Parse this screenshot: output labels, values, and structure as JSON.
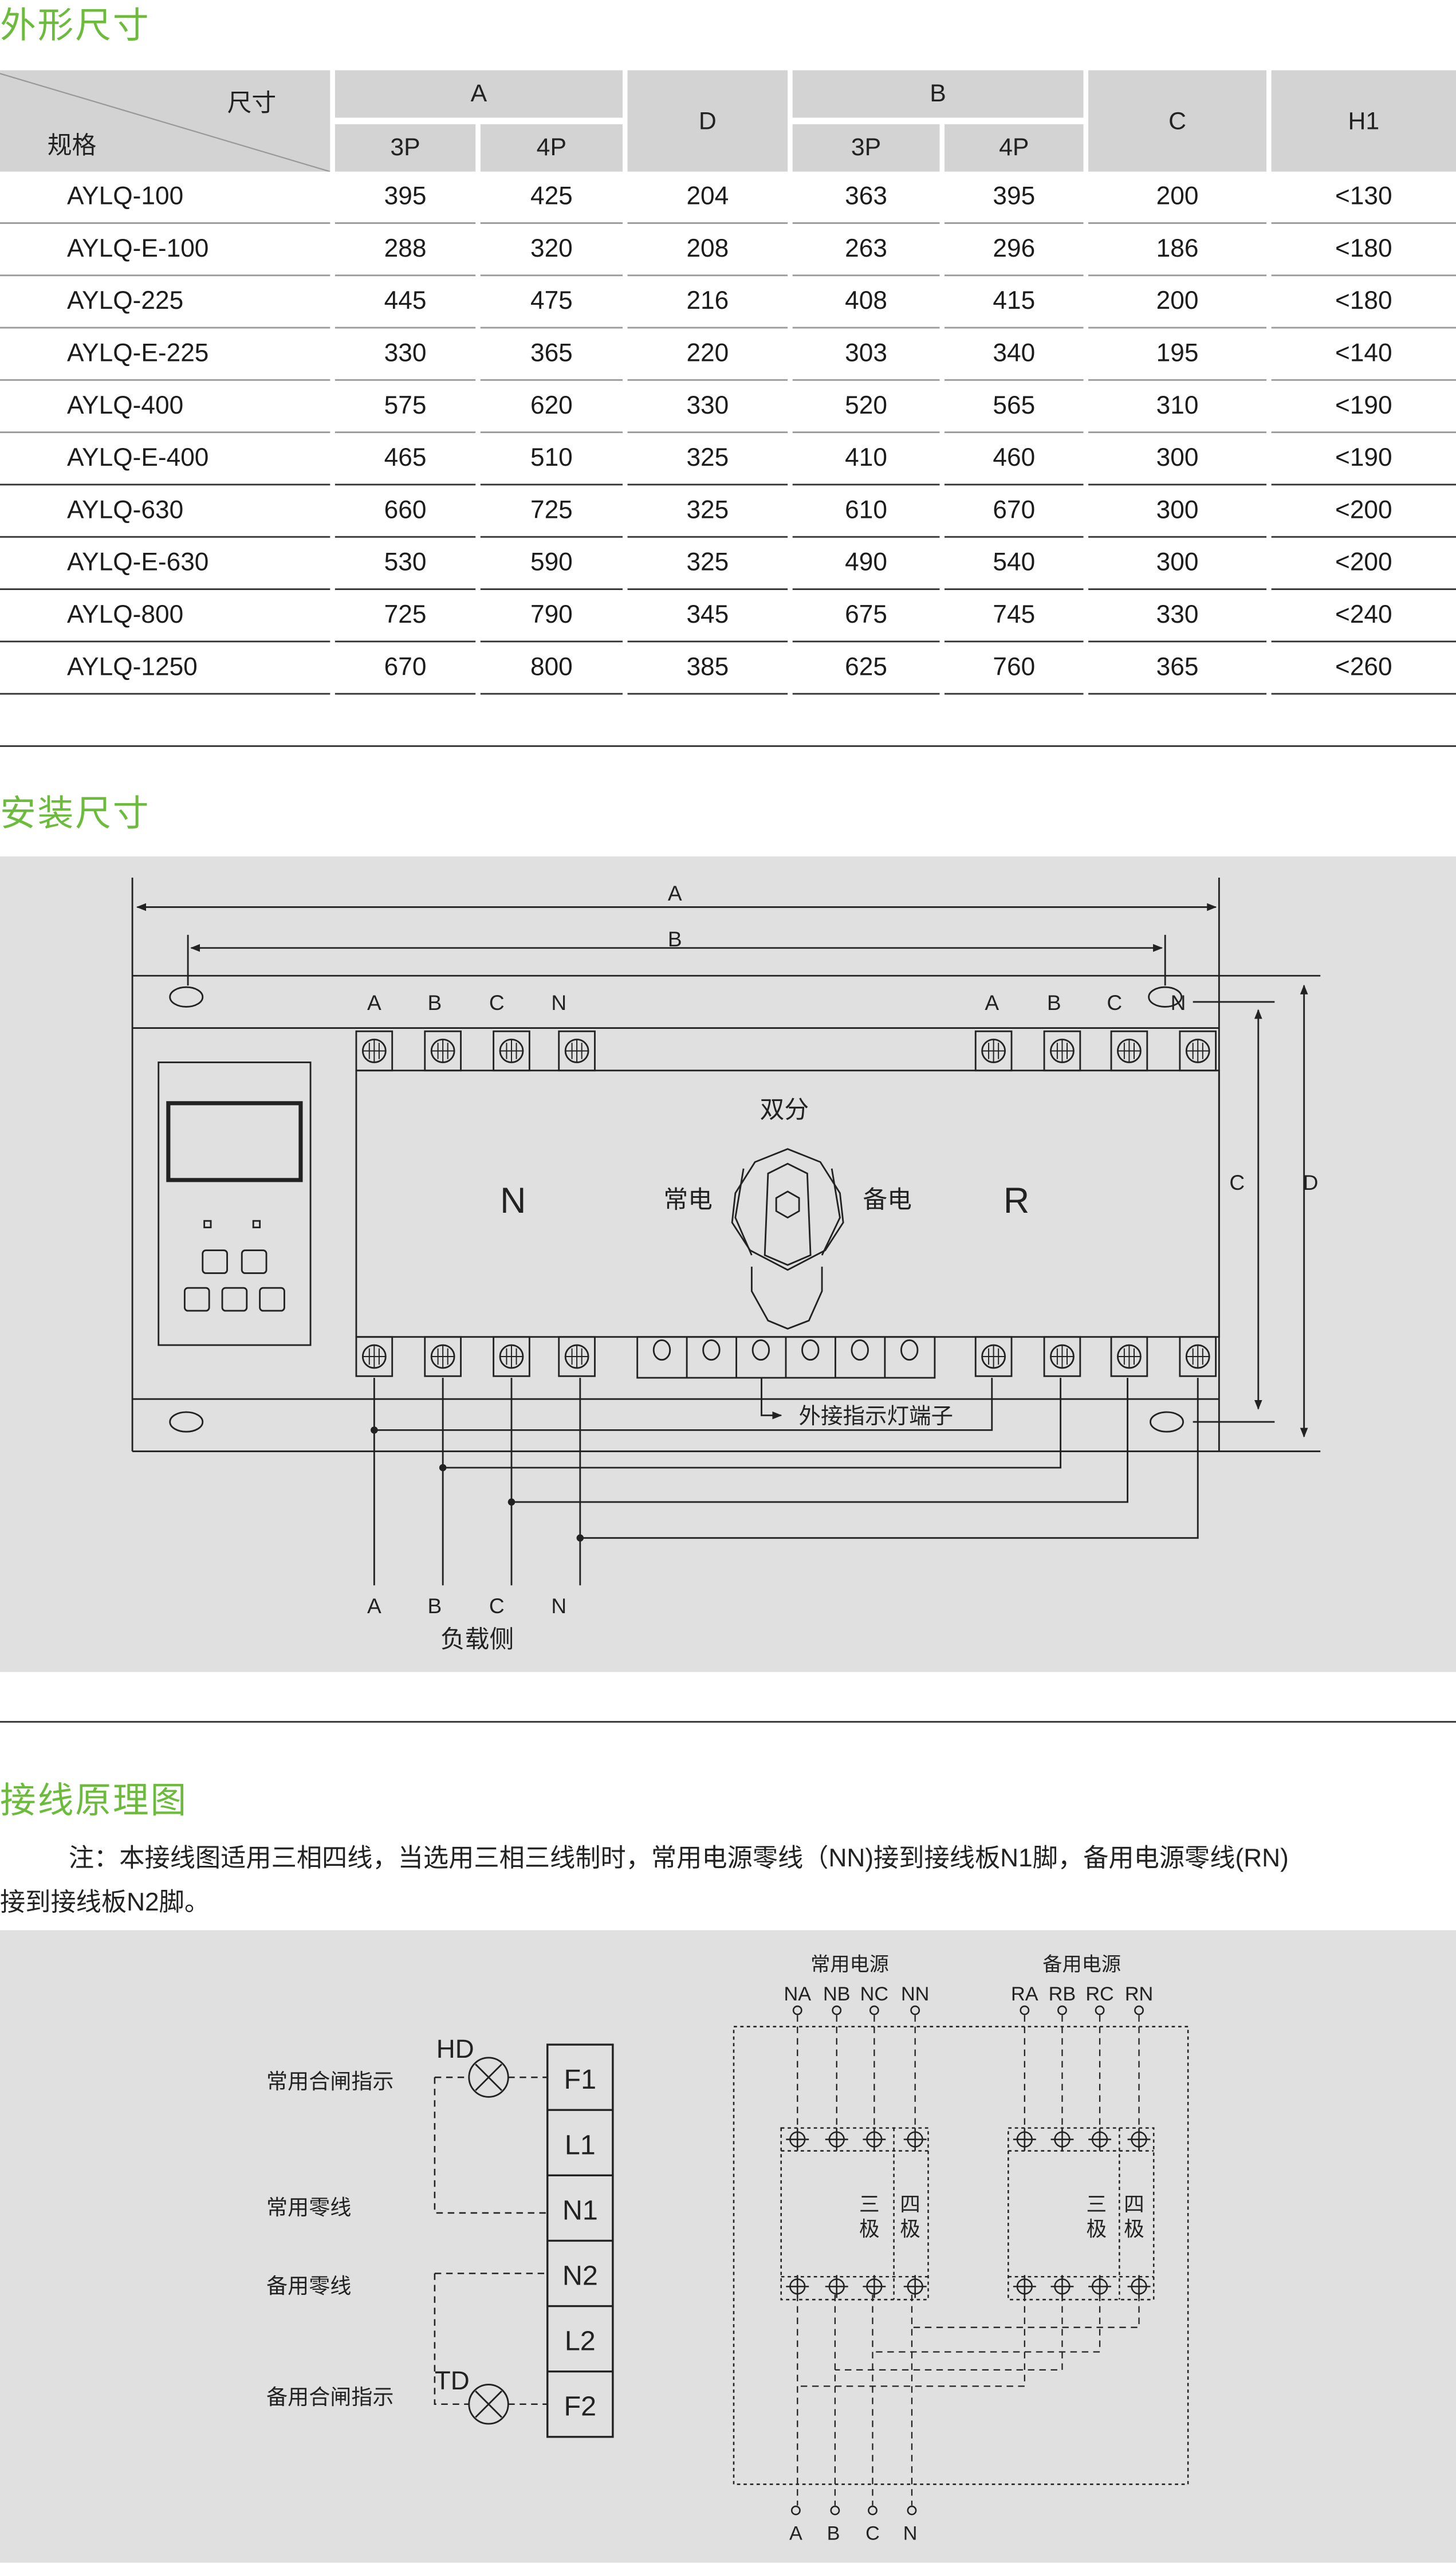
{
  "sections": {
    "outline_title": "外形尺寸",
    "install_title": "安装尺寸",
    "wiring_title": "接线原理图"
  },
  "table": {
    "header": {
      "diag_top": "尺寸",
      "diag_bottom": "规格",
      "A": "A",
      "D": "D",
      "B": "B",
      "C": "C",
      "H1": "H1",
      "a3p": "3P",
      "a4p": "4P",
      "b3p": "3P",
      "b4p": "4P"
    },
    "rows": [
      [
        "AYLQ-100",
        "395",
        "425",
        "204",
        "363",
        "395",
        "200",
        "<130"
      ],
      [
        "AYLQ-E-100",
        "288",
        "320",
        "208",
        "263",
        "296",
        "186",
        "<180"
      ],
      [
        "AYLQ-225",
        "445",
        "475",
        "216",
        "408",
        "415",
        "200",
        "<180"
      ],
      [
        "AYLQ-E-225",
        "330",
        "365",
        "220",
        "303",
        "340",
        "195",
        "<140"
      ],
      [
        "AYLQ-400",
        "575",
        "620",
        "330",
        "520",
        "565",
        "310",
        "<190"
      ],
      [
        "AYLQ-E-400",
        "465",
        "510",
        "325",
        "410",
        "460",
        "300",
        "<190"
      ],
      [
        "AYLQ-630",
        "660",
        "725",
        "325",
        "610",
        "670",
        "300",
        "<200"
      ],
      [
        "AYLQ-E-630",
        "530",
        "590",
        "325",
        "490",
        "540",
        "300",
        "<200"
      ],
      [
        "AYLQ-800",
        "725",
        "790",
        "345",
        "675",
        "745",
        "330",
        "<240"
      ],
      [
        "AYLQ-1250",
        "670",
        "800",
        "385",
        "625",
        "760",
        "365",
        "<260"
      ]
    ]
  },
  "install_diagram": {
    "dim_a": "A",
    "dim_b": "B",
    "dim_c": "C",
    "dim_d": "D",
    "top_left_phases": [
      "A",
      "B",
      "C",
      "N"
    ],
    "top_right_phases": [
      "A",
      "B",
      "C",
      "N"
    ],
    "status_off": "双分",
    "normal_side": "N",
    "reserve_side": "R",
    "normal_power": "常电",
    "reserve_power": "备电",
    "indicator_terminal": "外接指示灯端子",
    "load_phases": [
      "A",
      "B",
      "C",
      "N"
    ],
    "load_side": "负载侧"
  },
  "note": {
    "line1": "注：本接线图适用三相四线，当选用三相三线制时，常用电源零线（NN)接到接线板N1脚，备用电源零线(RN)",
    "line2": "接到接线板N2脚。"
  },
  "wiring": {
    "left_labels": [
      "常用合闸指示",
      "常用零线",
      "备用零线",
      "备用合闸指示"
    ],
    "lamps": [
      "HD",
      "TD"
    ],
    "terminals": [
      "F1",
      "L1",
      "N1",
      "N2",
      "L2",
      "F2"
    ],
    "normal_source": "常用电源",
    "reserve_source": "备用电源",
    "normal_inputs": [
      "NA",
      "NB",
      "NC",
      "NN"
    ],
    "reserve_inputs": [
      "RA",
      "RB",
      "RC",
      "RN"
    ],
    "three_pole": "三极",
    "four_pole": "四极",
    "outputs": [
      "A",
      "B",
      "C",
      "N"
    ]
  }
}
